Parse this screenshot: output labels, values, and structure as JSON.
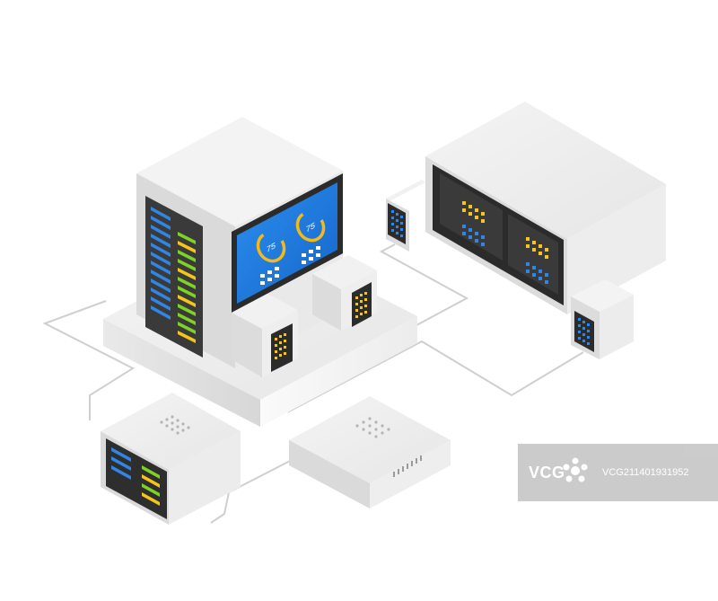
{
  "gauges": [
    {
      "value": "75"
    },
    {
      "value": "75"
    }
  ],
  "watermark": {
    "logo_text": "VCG",
    "id_text": "VCG211401931952"
  },
  "colors": {
    "screen_blue": "#1f7fe0",
    "gauge_yellow": "#f2b81c",
    "led_green": "#7ed321",
    "led_yellow": "#f5c518",
    "led_blue": "#2f86e6",
    "cable": "#c9c9c9",
    "watermark_bg": "#c9c9c9"
  }
}
